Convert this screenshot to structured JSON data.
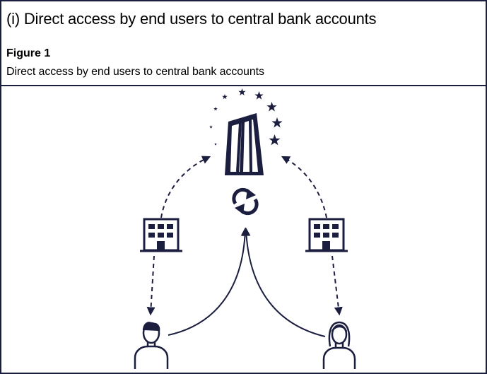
{
  "header": {
    "section_title": "(i) Direct access by end users to central bank accounts",
    "figure_label": "Figure 1",
    "figure_caption": "Direct access by end users to central bank accounts"
  },
  "colors": {
    "ink": "#1b1e3f",
    "text": "#000000",
    "background": "#ffffff"
  },
  "diagram": {
    "nodes": [
      {
        "id": "central-bank",
        "icon": "central-bank-building-icon"
      },
      {
        "id": "settlement",
        "icon": "circular-arrows-exchange-icon"
      },
      {
        "id": "bank-left",
        "icon": "office-building-icon"
      },
      {
        "id": "bank-right",
        "icon": "office-building-icon"
      },
      {
        "id": "user-left",
        "icon": "male-user-icon"
      },
      {
        "id": "user-right",
        "icon": "female-user-icon"
      }
    ],
    "edges": [
      {
        "from": "bank-left",
        "to": "central-bank",
        "style": "dashed"
      },
      {
        "from": "bank-right",
        "to": "central-bank",
        "style": "dashed"
      },
      {
        "from": "bank-left",
        "to": "user-left",
        "style": "dashed"
      },
      {
        "from": "bank-right",
        "to": "user-right",
        "style": "dashed"
      },
      {
        "from": "user-left",
        "to": "settlement",
        "style": "solid"
      },
      {
        "from": "user-right",
        "to": "settlement",
        "style": "solid"
      }
    ]
  }
}
